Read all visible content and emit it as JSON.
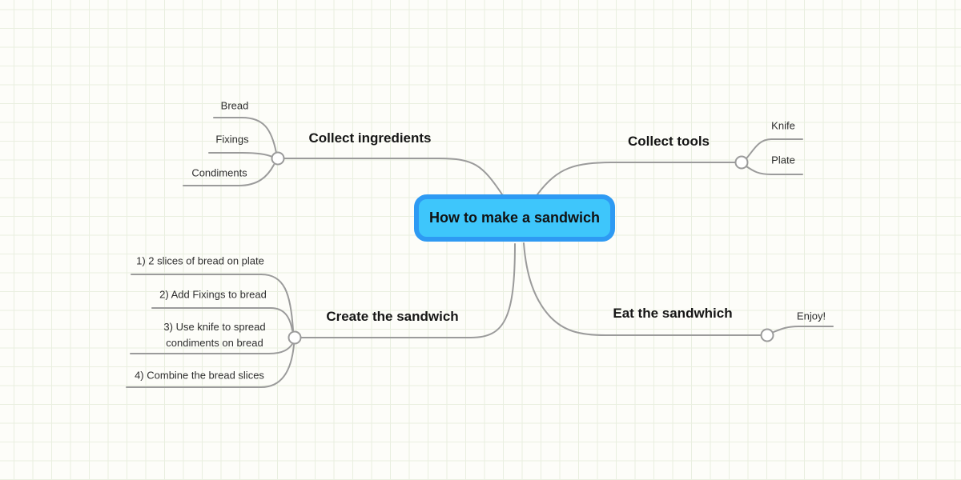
{
  "colors": {
    "canvas_background": "#fdfdf9",
    "grid_line": "#e9efe0",
    "link_line": "#9b9b9b",
    "handle_fill": "#ffffff",
    "central_node_fill": "#3ec6fb",
    "central_node_border": "#2e9af3",
    "text": "#1f1f1f"
  },
  "center": {
    "title": "How to make a sandwich"
  },
  "branches": [
    {
      "label": "Collect ingredients",
      "children": [
        {
          "label": "Bread"
        },
        {
          "label": "Fixings"
        },
        {
          "label": "Condiments"
        }
      ]
    },
    {
      "label": "Collect tools",
      "children": [
        {
          "label": "Knife"
        },
        {
          "label": "Plate"
        }
      ]
    },
    {
      "label": "Create the sandwich",
      "children": [
        {
          "label": "1) 2 slices of bread on plate"
        },
        {
          "label": "2) Add Fixings to bread"
        },
        {
          "label": "3) Use knife to spread condiments on bread"
        },
        {
          "label": "4) Combine the bread slices"
        }
      ]
    },
    {
      "label": "Eat the sandwhich",
      "children": [
        {
          "label": "Enjoy!"
        }
      ]
    }
  ]
}
